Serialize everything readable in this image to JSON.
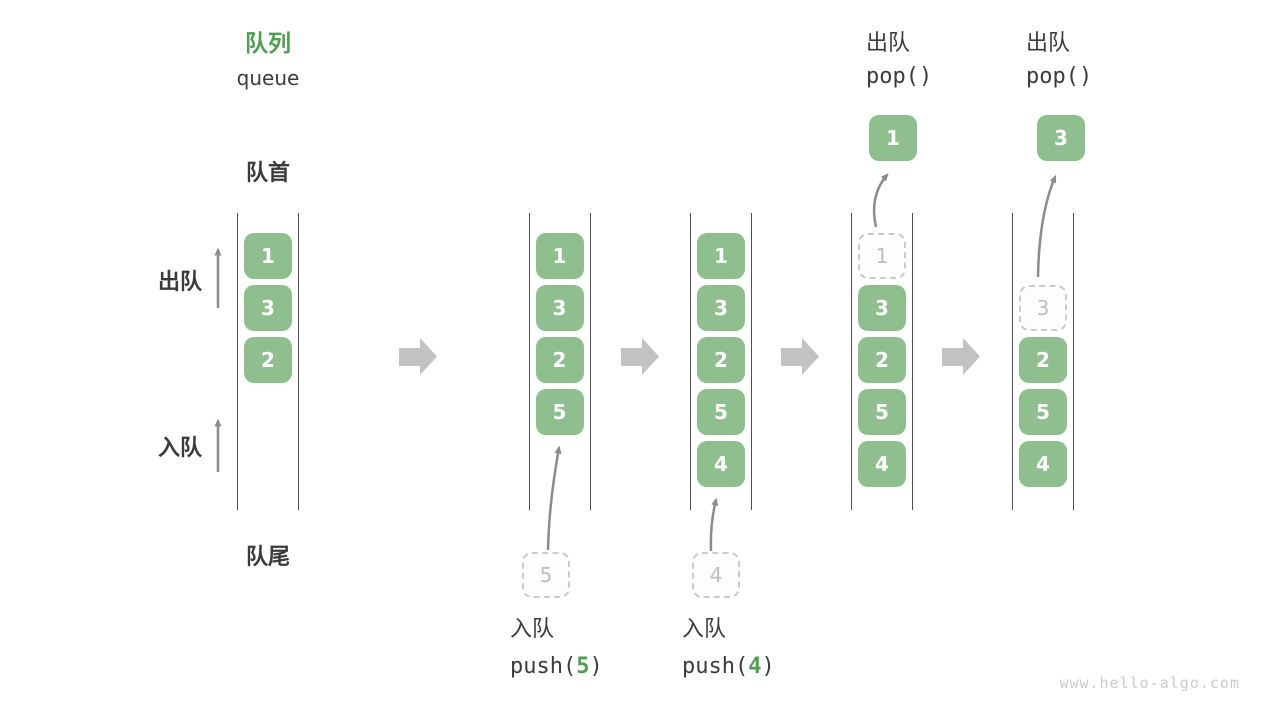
{
  "title": {
    "zh": "队列",
    "en": "queue"
  },
  "labels": {
    "front": "队首",
    "rear": "队尾",
    "dequeue_side": "出队",
    "enqueue_side": "入队"
  },
  "queues": [
    {
      "id": "state-initial",
      "cells": [
        {
          "slot": 0,
          "value": "1",
          "dashed": false
        },
        {
          "slot": 1,
          "value": "3",
          "dashed": false
        },
        {
          "slot": 2,
          "value": "2",
          "dashed": false
        }
      ]
    },
    {
      "id": "state-after-push-5",
      "cells": [
        {
          "slot": 0,
          "value": "1",
          "dashed": false
        },
        {
          "slot": 1,
          "value": "3",
          "dashed": false
        },
        {
          "slot": 2,
          "value": "2",
          "dashed": false
        },
        {
          "slot": 3,
          "value": "5",
          "dashed": false
        }
      ],
      "pending": "5",
      "caption": {
        "op": "入队",
        "code_pre": "push(",
        "arg": "5",
        "code_post": ")"
      }
    },
    {
      "id": "state-after-push-4",
      "cells": [
        {
          "slot": 0,
          "value": "1",
          "dashed": false
        },
        {
          "slot": 1,
          "value": "3",
          "dashed": false
        },
        {
          "slot": 2,
          "value": "2",
          "dashed": false
        },
        {
          "slot": 3,
          "value": "5",
          "dashed": false
        },
        {
          "slot": 4,
          "value": "4",
          "dashed": false
        }
      ],
      "pending": "4",
      "caption": {
        "op": "入队",
        "code_pre": "push(",
        "arg": "4",
        "code_post": ")"
      }
    },
    {
      "id": "state-after-pop-1",
      "cells": [
        {
          "slot": 0,
          "value": "1",
          "dashed": true
        },
        {
          "slot": 1,
          "value": "3",
          "dashed": false
        },
        {
          "slot": 2,
          "value": "2",
          "dashed": false
        },
        {
          "slot": 3,
          "value": "5",
          "dashed": false
        },
        {
          "slot": 4,
          "value": "4",
          "dashed": false
        }
      ],
      "popped": "1",
      "header": {
        "op": "出队",
        "code": "pop()"
      }
    },
    {
      "id": "state-after-pop-3",
      "cells": [
        {
          "slot": 1,
          "value": "3",
          "dashed": true
        },
        {
          "slot": 2,
          "value": "2",
          "dashed": false
        },
        {
          "slot": 3,
          "value": "5",
          "dashed": false
        },
        {
          "slot": 4,
          "value": "4",
          "dashed": false
        }
      ],
      "popped": "3",
      "header": {
        "op": "出队",
        "code": "pop()"
      }
    }
  ],
  "colors": {
    "box_green": "#8FBF8F",
    "accent_green": "#4E9E52",
    "text_dark": "#3B3B3B",
    "arrow_gray": "#8C8C8C",
    "block_arrow_gray": "#C2C2C2",
    "dashed_border": "#CBCBCB",
    "dashed_text": "#BDBDBD",
    "wall_dark": "#4F4F4F",
    "watermark_gray": "#CBCBCB"
  },
  "watermark": "www.hello-algo.com"
}
